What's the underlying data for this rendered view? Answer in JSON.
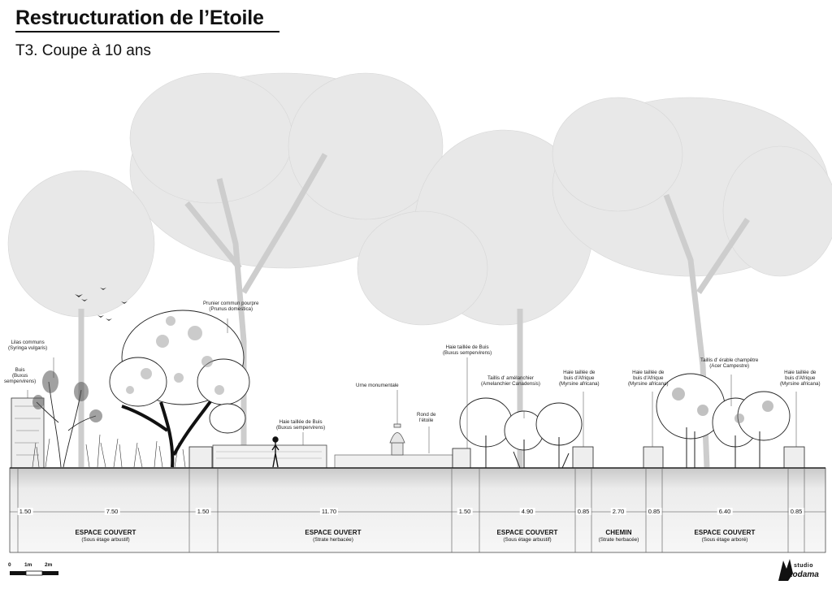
{
  "header": {
    "title": "Restructuration de l’Etoile",
    "subtitle": "T3. Coupe à 10 ans"
  },
  "labels": {
    "buis": {
      "common": "Buis",
      "sci1": "(Buxus",
      "sci2": "sempervirens)"
    },
    "lilas": {
      "common": "Lilas communs",
      "sci": "(Syringa vulgaris)"
    },
    "prunier": {
      "common": "Prunier commun pourpre",
      "sci": "(Prunus domestica)"
    },
    "haie_buis_1": {
      "common": "Haie taillée de Buis",
      "sci": "(Buxus sempervirens)"
    },
    "urne": {
      "common": "Urne monumentale"
    },
    "rond": {
      "line1": "Rond de",
      "line2": "l'étoile"
    },
    "haie_buis_2": {
      "common": "Haie taillée de Buis",
      "sci": "(Buxus sempervirens)"
    },
    "taillis_amelanchier": {
      "common": "Taillis d' amélanchier",
      "sci": "(Amelanchier Canadensis)"
    },
    "haie_afrique_1": {
      "line1": "Haie taillée de",
      "line2": "buis d'Afrique",
      "sci": "(Myrsine africana)"
    },
    "haie_afrique_2": {
      "line1": "Haie taillée de",
      "line2": "buis d'Afrique",
      "sci": "(Myrsine africana)"
    },
    "taillis_erable": {
      "common": "Taillis d' érable champêtre",
      "sci": "(Acer Campestre)"
    },
    "haie_afrique_3": {
      "line1": "Haie taillée de",
      "line2": "buis d'Afrique",
      "sci": "(Myrsine africana)"
    }
  },
  "dimensions": [
    "1.50",
    "7.50",
    "1.50",
    "11.70",
    "1.50",
    "4.90",
    "0.85",
    "2.70",
    "0.85",
    "6.40",
    "0.85"
  ],
  "zones": [
    {
      "title": "ESPACE COUVERT",
      "sub": "(Sous étage arbustif)"
    },
    {
      "title": "ESPACE OUVERT",
      "sub": "(Strate herbacée)"
    },
    {
      "title": "ESPACE COUVERT",
      "sub": "(Sous étage arbustif)"
    },
    {
      "title": "CHEMIN",
      "sub": "(Strate herbacée)"
    },
    {
      "title": "ESPACE COUVERT",
      "sub": "(Sous étage arboré)"
    }
  ],
  "scale": {
    "zero": "0",
    "one": "1m",
    "two": "2m"
  },
  "logo": {
    "studio": "studio",
    "name": "kodama"
  },
  "colors": {
    "ink": "#111111",
    "ghost_trees": "#d6d6d6",
    "ground": "#cfcfcf"
  }
}
